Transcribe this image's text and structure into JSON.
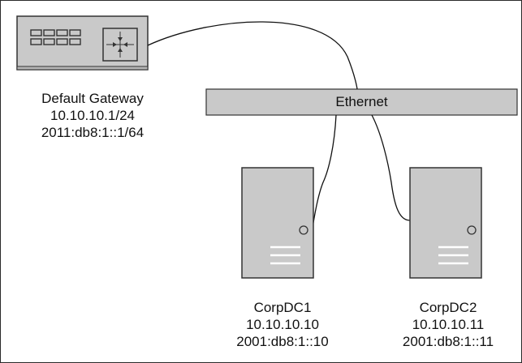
{
  "gateway": {
    "name": "Default Gateway",
    "ipv4": "10.10.10.1/24",
    "ipv6": "2011:db8:1::1/64"
  },
  "network": {
    "label": "Ethernet"
  },
  "servers": [
    {
      "name": "CorpDC1",
      "ipv4": "10.10.10.10",
      "ipv6": "2001:db8:1::10"
    },
    {
      "name": "CorpDC2",
      "ipv4": "10.10.10.11",
      "ipv6": "2001:db8:1::11"
    }
  ],
  "colors": {
    "device_fill": "#c9c9c9",
    "outline": "#333333"
  }
}
